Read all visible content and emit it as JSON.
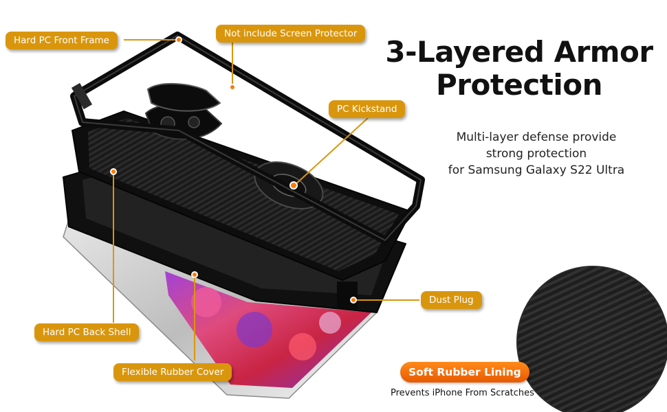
{
  "headline": {
    "line1": "3-Layered Armor",
    "line2": "Protection"
  },
  "subtitle": {
    "line1": "Multi-layer defense provide",
    "line2": "strong protection",
    "line3": "for Samsung Galaxy S22 Ultra"
  },
  "callouts": {
    "front_frame": "Hard PC Front Frame",
    "no_screen_protector": "Not include Screen Protector",
    "kickstand": "PC Kickstand",
    "dust_plug": "Dust Plug",
    "back_shell": "Hard PC Back Shell",
    "rubber_cover": "Flexible Rubber Cover"
  },
  "lining": {
    "label": "Soft Rubber Lining",
    "note": "Prevents iPhone From Scratches"
  },
  "colors": {
    "callout_bg": "#d9960d",
    "lining_pill": "#f07a10",
    "marker": "#ff7a00",
    "case_black": "#141414"
  }
}
